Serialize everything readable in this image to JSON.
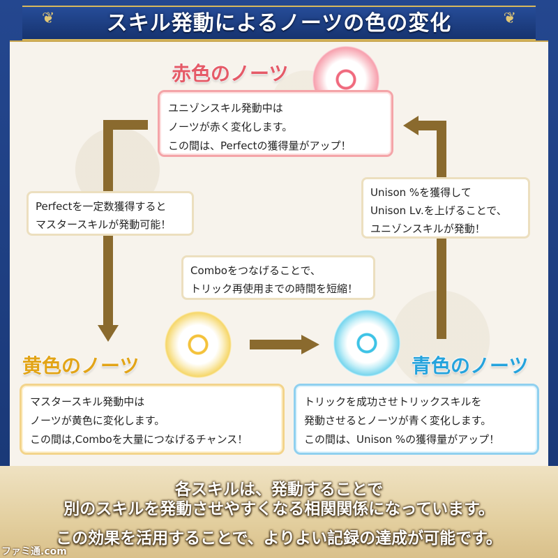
{
  "title": "スキル発動によるノーツの色の変化",
  "red": {
    "label": "赤色のノーツ",
    "lines": [
      "ユニゾンスキル発動中は",
      "ノーツが赤く変化します。",
      "この間は、Perfectの獲得量がアップ！"
    ]
  },
  "yellow": {
    "label": "黄色のノーツ",
    "lines": [
      "マスタースキル発動中は",
      "ノーツが黄色に変化します。",
      "この間は,Comboを大量につなげるチャンス！"
    ]
  },
  "blue": {
    "label": "青色のノーツ",
    "lines": [
      "トリックを成功させトリックスキルを",
      "発動させるとノーツが青く変化します。",
      "この間は、Unison %の獲得量がアップ！"
    ]
  },
  "notes": {
    "left": [
      "Perfectを一定数獲得すると",
      "マスタースキルが発動可能！"
    ],
    "right": [
      "Unison %を獲得して",
      "Unison Lv.を上げることで、",
      "ユニゾンスキルが発動！"
    ],
    "middle": [
      "Comboをつなげることで、",
      "トリック再使用までの時間を短縮！"
    ]
  },
  "bottom": [
    "各スキルは、発動することで",
    "別のスキルを発動させやすくなる相関関係になっています。",
    "この効果を活用することで、よりよい記録の達成が可能です。"
  ],
  "watermark": "ファミ通.com",
  "colors": {
    "frame": "#1e3f86",
    "accent_gold": "#d8b85c",
    "arrow": "#8a6a2e",
    "red": "#e55a67",
    "yellow": "#e2a417",
    "blue": "#25a3dc"
  }
}
